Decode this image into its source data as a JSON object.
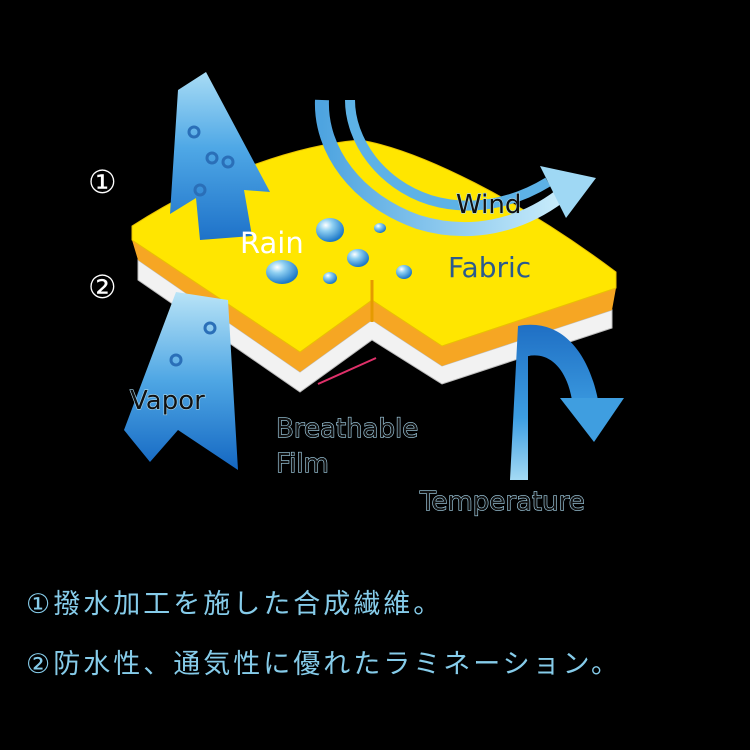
{
  "labels": {
    "step_1": "①",
    "step_2": "②",
    "rain": "Rain",
    "wind": "Wind",
    "fabric": "Fabric",
    "vapor": "Vapor",
    "film_line1": "Breathable",
    "film_line2": "Film",
    "temperature": "Temperature"
  },
  "captions": [
    "①撥水加工を施した合成繊維。",
    "②防水性、通気性に優れたラミネーション。"
  ],
  "colors": {
    "background": "#000000",
    "fabric_top": "#ffe600",
    "fabric_layer": "#f6a623",
    "film": "#ffffff",
    "arrow_blue": "#3f9ee0",
    "caption": "#86ccea",
    "leader_line": "#e0306a"
  },
  "icons": {
    "water_drop": "water-drop-icon",
    "arrow": "arrow-icon"
  }
}
